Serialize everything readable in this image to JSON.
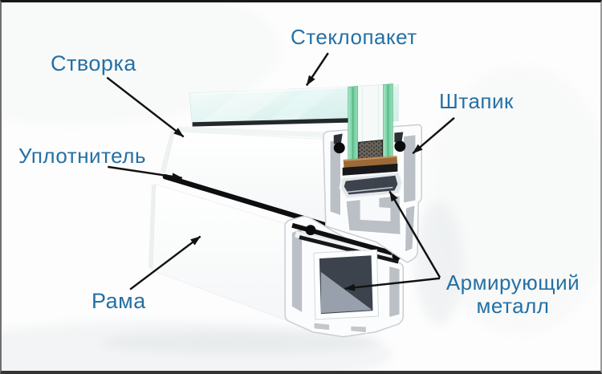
{
  "diagram": {
    "subject": "pvc-window-profile-cross-section",
    "labels": {
      "glass_unit": "Стеклопакет",
      "sash": "Створка",
      "glazing_bead": "Штапик",
      "seal": "Уплотнитель",
      "frame": "Рама",
      "reinforcing_metal": {
        "line1": "Армирующий",
        "line2": "металл"
      }
    },
    "colors": {
      "label_text": "#2470a5",
      "arrow_black": "#121212",
      "glass_tint": "#dff2ef",
      "glass_edge_green": "#7ed3a6",
      "spacer_dark": "#57514a",
      "setting_block_brown": "#9a6a38",
      "steel_dark": "#3c434d",
      "steel_light": "#98a0ab",
      "profile_chamber_gray": "#bac0c6",
      "profile_white": "#fbfcfd",
      "seal_black": "#0d0e0f"
    }
  }
}
